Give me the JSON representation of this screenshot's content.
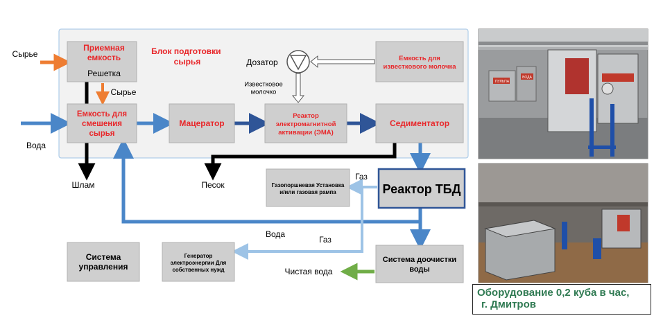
{
  "diagram": {
    "block_label": "Блок подготовки сырья",
    "inputs": {
      "raw": "Сырье",
      "raw2": "Сырье",
      "water": "Вода"
    },
    "nodes": {
      "receiving_tank": "Приемная емкость",
      "grid": "Решетка",
      "mixing_tank": "Емкость для смешения сырья",
      "macerator": "Мацератор",
      "reactor_ema": "Реактор электромагнитной активации (ЭМА)",
      "sedimentator": "Седиментатор",
      "lime_tank": "Емкость для известкового молочка",
      "dispenser": "Дозатор",
      "lime_milk": "Известковое молочко",
      "reactor_tbd": "Реактор ТБД",
      "gas_engine": "Газопоршневая Установка и/или газовая рампа",
      "control_system": "Система управления",
      "generator": "Генератор электроэнергии Для собственных нужд",
      "water_treatment": "Система доочистки воды"
    },
    "outputs": {
      "sludge": "Шлам",
      "sand": "Песок",
      "gas1": "Газ",
      "gas2": "Газ",
      "water_return": "Вода",
      "clean_water": "Чистая вода"
    }
  },
  "photos": {
    "caption_line1": "Оборудование 0,2 куба в час,",
    "caption_line2": "г. Дмитров",
    "signs": {
      "s1": "ПУЛЬПА",
      "s2": "ВОДА"
    }
  },
  "colors": {
    "red_text": "#e8272a",
    "orange": "#ee7d32",
    "blue": "#4a86c8",
    "dark_blue": "#2f5597",
    "light_blue": "#9dc3e6",
    "green": "#70ad47",
    "box_gray": "#cfcfcf",
    "block_bg": "#f2f2f2",
    "caption_green": "#2f7a52"
  }
}
